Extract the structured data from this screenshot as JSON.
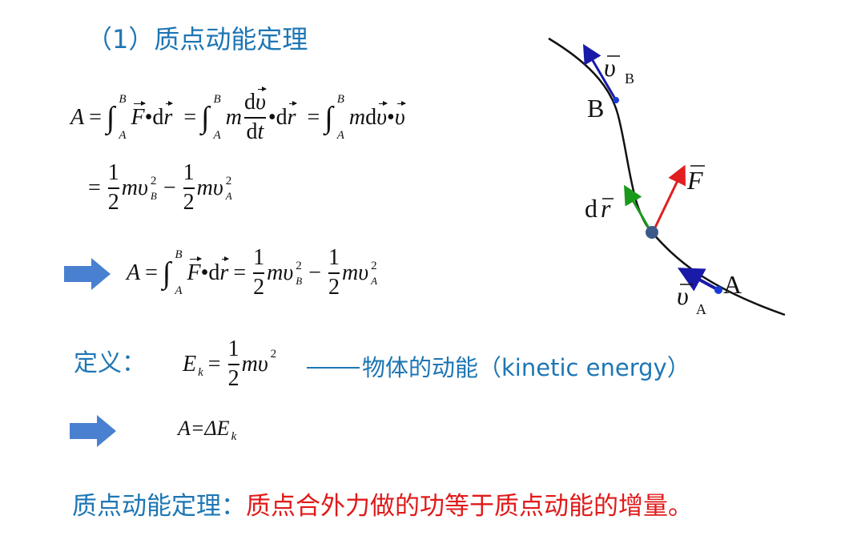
{
  "title": "（1）质点动能定理",
  "sym": {
    "A": "A",
    "B": "B",
    "eq": "=",
    "int": "∫",
    "F": "F",
    "d": "d",
    "r": "r",
    "m": "m",
    "v": "υ",
    "t": "t",
    "dot": "•",
    "minus": "−",
    "one": "1",
    "two": "2",
    "sq": "2",
    "E": "E",
    "k": "k",
    "delta": "Δ"
  },
  "definition": {
    "label": "定义：",
    "desc": "物体的动能（kinetic energy）"
  },
  "result": "A=ΔE",
  "theorem": {
    "label": "质点动能定理：",
    "text": "质点合外力做的功等于质点动能的增量。"
  },
  "diagram": {
    "vB": "υ",
    "vB_sub": "B",
    "B": "B",
    "F": "F",
    "dr_d": "d",
    "dr_r": "r",
    "vA": "υ",
    "vA_sub": "A",
    "A": "A"
  },
  "colors": {
    "title": "#1e76b4",
    "theorem_text": "#e01a1a",
    "arrow": "#4a80d0",
    "v_arrows": "#1a1aa8",
    "dr_arrow": "#1a9a1a",
    "F_arrow": "#e02020"
  }
}
